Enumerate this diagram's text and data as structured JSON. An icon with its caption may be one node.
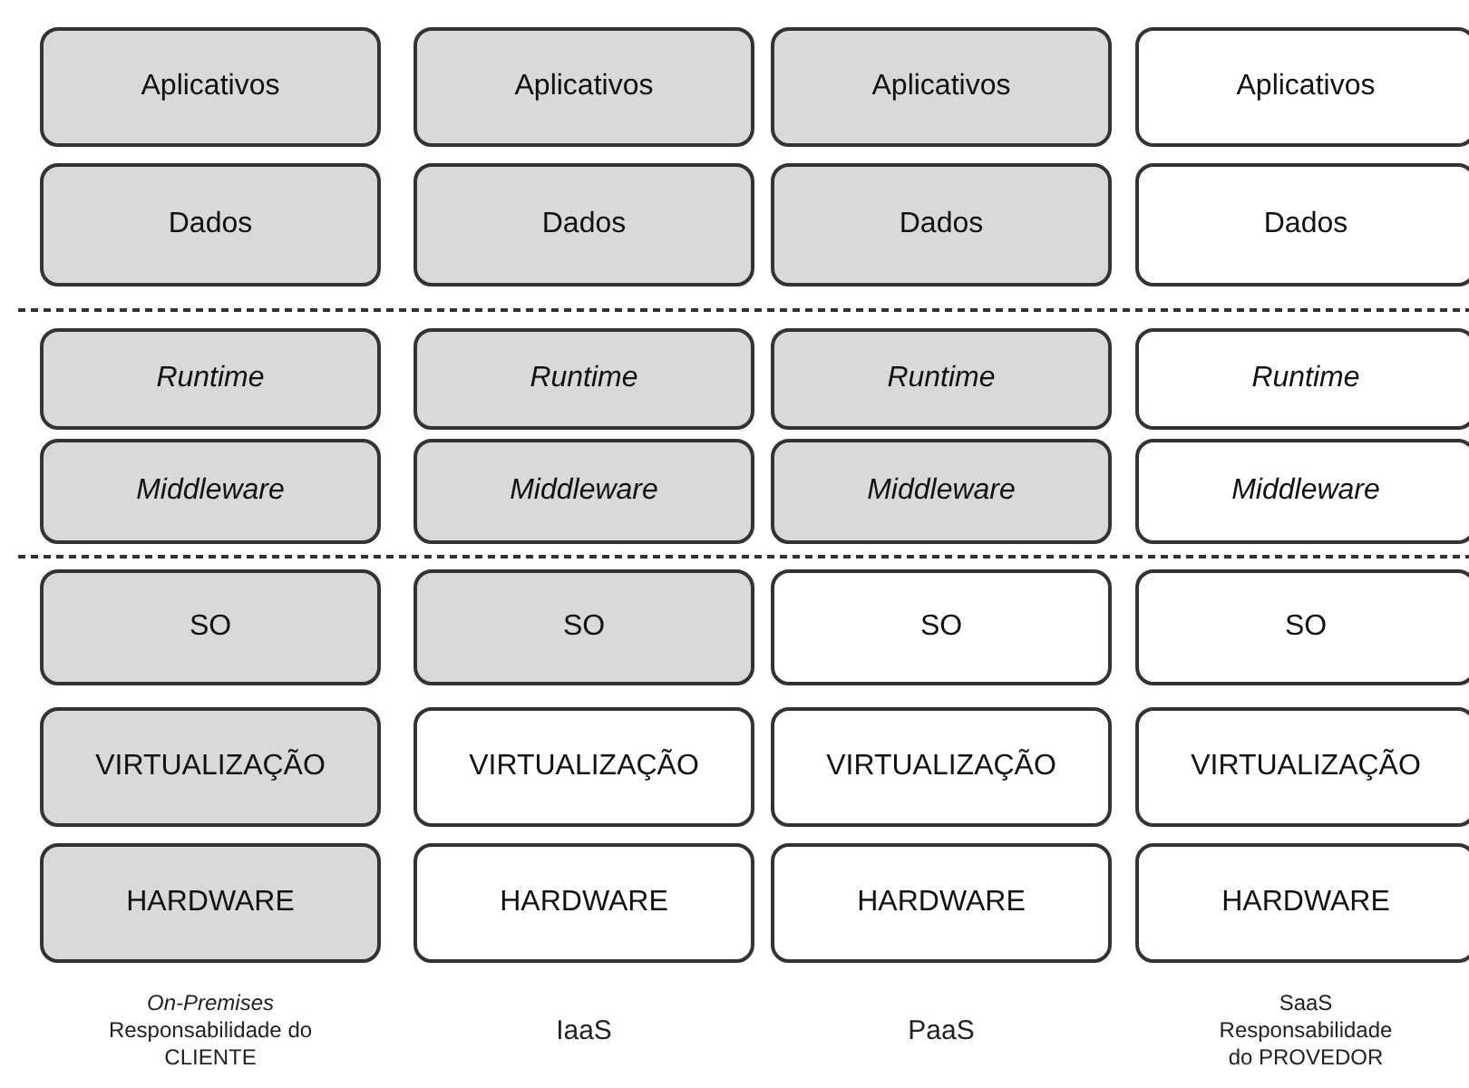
{
  "diagram": {
    "nodes": [
      {
        "text": [
          "Aplicativos"
        ]
      },
      {
        "text": [
          "Aplicativos"
        ]
      },
      {
        "text": [
          "Aplicativos"
        ]
      },
      {
        "text": [
          "Aplicativos"
        ]
      },
      {
        "text": [
          "Dados"
        ]
      },
      {
        "text": [
          "Dados"
        ]
      },
      {
        "text": [
          "Dados"
        ]
      },
      {
        "text": [
          "Dados"
        ]
      },
      {
        "text": [
          "Runtime"
        ]
      },
      {
        "text": [
          "Runtime"
        ]
      },
      {
        "text": [
          "Runtime"
        ]
      },
      {
        "text": [
          "Runtime"
        ]
      },
      {
        "text": [
          "Middleware"
        ]
      },
      {
        "text": [
          "Middleware"
        ]
      },
      {
        "text": [
          "Middleware"
        ]
      },
      {
        "text": [
          "Middleware"
        ]
      },
      {
        "text": [
          "SO"
        ]
      },
      {
        "text": [
          "SO"
        ]
      },
      {
        "text": [
          "SO"
        ]
      },
      {
        "text": [
          "SO"
        ]
      },
      {
        "text": [
          "VIRTUALIZAÇÃO"
        ]
      },
      {
        "text": [
          "VIRTUALIZAÇÃO"
        ]
      },
      {
        "text": [
          "VIRTUALIZAÇÃO"
        ]
      },
      {
        "text": [
          "VIRTUALIZAÇÃO"
        ]
      },
      {
        "text": [
          "HARDWARE"
        ]
      },
      {
        "text": [
          "HARDWARE"
        ]
      },
      {
        "text": [
          "HARDWARE"
        ]
      },
      {
        "text": [
          "HARDWARE"
        ]
      }
    ],
    "labels": [
      "*On-Premises* Responsabilidade do CLIENTE",
      "IaaS",
      "PaaS",
      "SaaS Responsabilidade do PROVEDOR"
    ]
  }
}
